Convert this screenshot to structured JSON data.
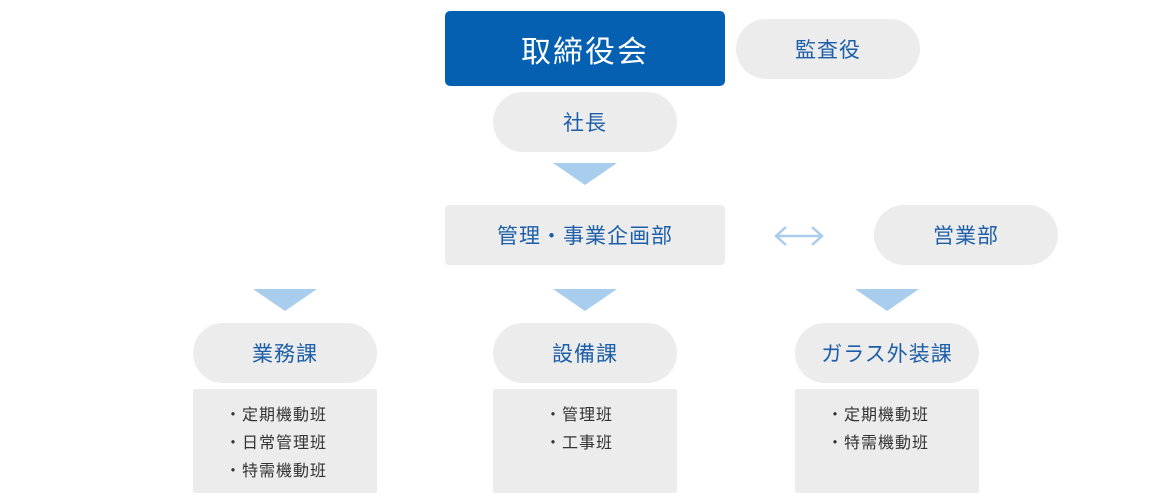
{
  "board": "取締役会",
  "auditor": "監査役",
  "president": "社長",
  "admin_dept": "管理・事業企画部",
  "sales_dept": "営業部",
  "colors": {
    "primary": "#0660b2",
    "node_bg": "#ececec",
    "arrow": "#a9cdec",
    "text": "#1d5ea8"
  },
  "sections": [
    {
      "name": "業務課",
      "items": [
        "・定期機動班",
        "・日常管理班",
        "・特需機動班"
      ]
    },
    {
      "name": "設備課",
      "items": [
        "・管理班",
        "・工事班"
      ]
    },
    {
      "name": "ガラス外装課",
      "items": [
        "・定期機動班",
        "・特需機動班"
      ]
    }
  ]
}
